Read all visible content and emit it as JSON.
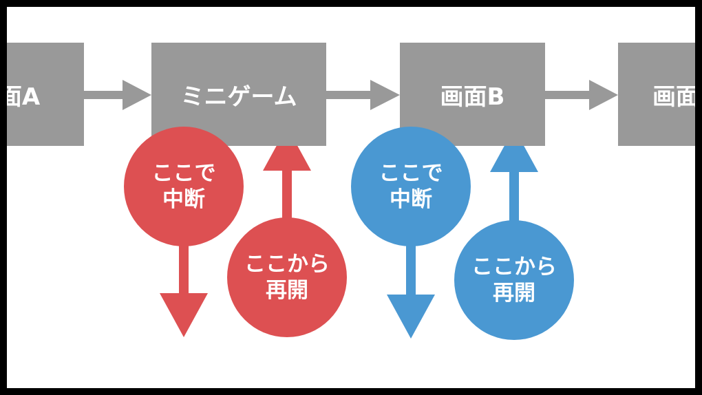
{
  "colors": {
    "box": "#999999",
    "flow_arrow": "#999999",
    "red": "#dd5052",
    "blue": "#4a98d2",
    "text": "#ffffff"
  },
  "boxes": {
    "screen_a": "画面A",
    "minigame": "ミニゲーム",
    "screen_b": "画面B",
    "next": "画面"
  },
  "red_group": {
    "pause_lines": [
      "ここで",
      "中断"
    ],
    "resume_lines": [
      "ここから",
      "再開"
    ]
  },
  "blue_group": {
    "pause_lines": [
      "ここで",
      "中断"
    ],
    "resume_lines": [
      "ここから",
      "再開"
    ]
  }
}
